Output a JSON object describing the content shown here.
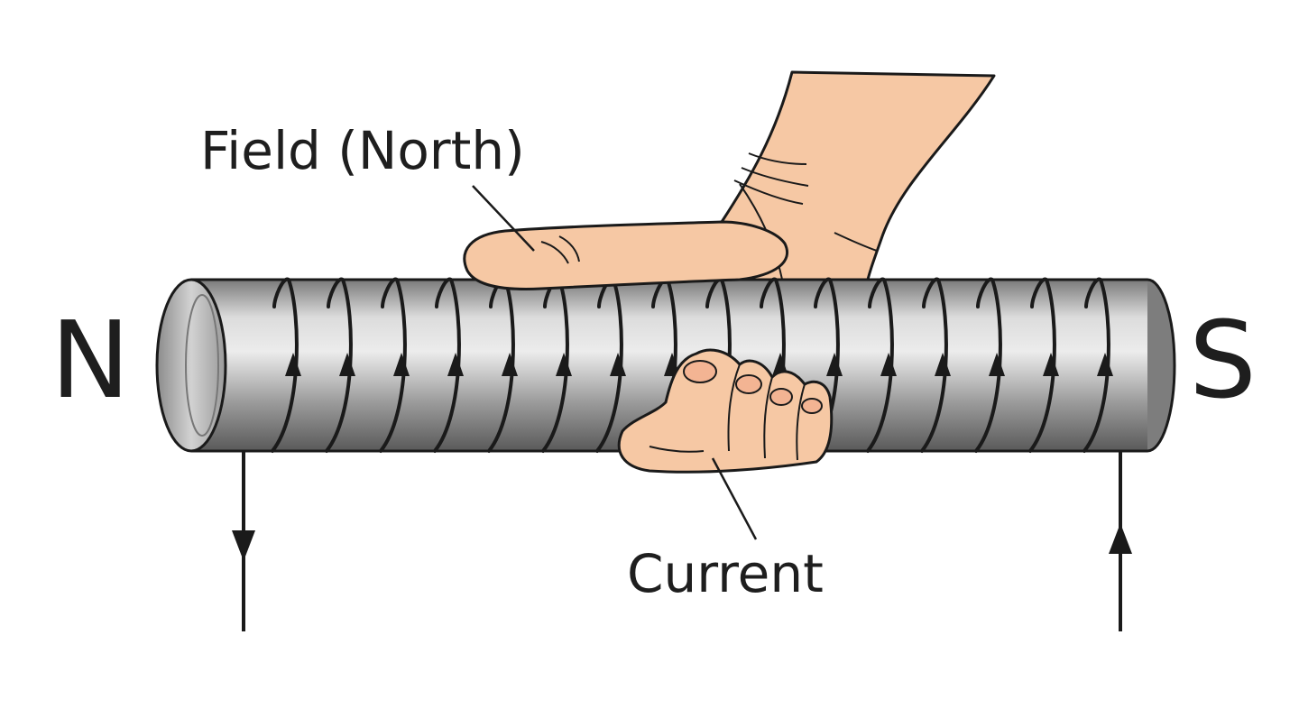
{
  "labels": {
    "field_north": "Field (North)",
    "current": "Current",
    "north_pole": "N",
    "south_pole": "S"
  },
  "colors": {
    "skin": "#f6c8a4",
    "outline": "#1a1a1a",
    "rod_light": "#e9e9e9",
    "rod_mid": "#a9a9a9",
    "rod_dark": "#5e5e5e"
  },
  "coil": {
    "turns": 16,
    "direction": "up"
  },
  "current_direction": {
    "left_lead": "down",
    "right_lead": "up"
  }
}
